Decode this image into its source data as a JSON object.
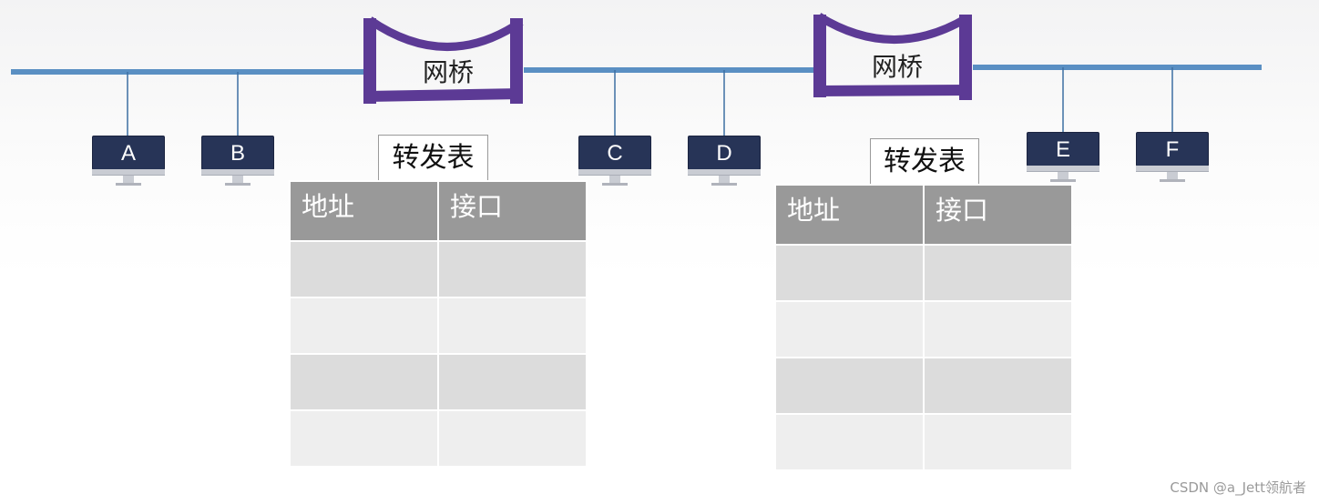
{
  "hosts": [
    "A",
    "B",
    "C",
    "D",
    "E",
    "F"
  ],
  "bridges": [
    {
      "label": "网桥"
    },
    {
      "label": "网桥"
    }
  ],
  "tables": [
    {
      "title": "转发表",
      "headers": [
        "地址",
        "接口"
      ],
      "rows": [
        [
          "",
          ""
        ],
        [
          "",
          ""
        ],
        [
          "",
          ""
        ],
        [
          "",
          ""
        ]
      ]
    },
    {
      "title": "转发表",
      "headers": [
        "地址",
        "接口"
      ],
      "rows": [
        [
          "",
          ""
        ],
        [
          "",
          ""
        ],
        [
          "",
          ""
        ],
        [
          "",
          ""
        ]
      ]
    }
  ],
  "colors": {
    "bus": "#5a8fc3",
    "bridge": "#5c3a95",
    "host_screen": "#273457",
    "table_header": "#999999"
  },
  "watermark": "CSDN @a_Jett领航者"
}
